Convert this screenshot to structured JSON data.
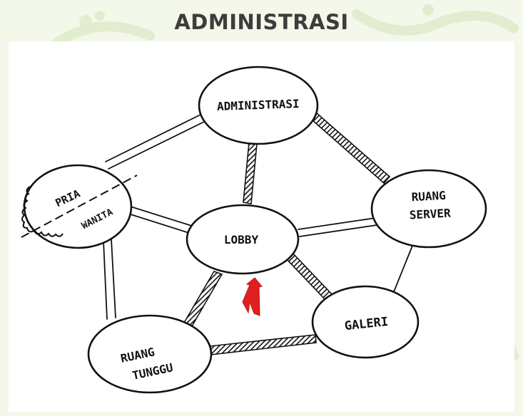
{
  "slide": {
    "title": "ADMINISTRASI"
  },
  "diagram": {
    "nodes": {
      "administrasi": "ADMINISTRASI",
      "ruang_server": [
        "RUANG",
        "SERVER"
      ],
      "lobby": "LOBBY",
      "galeri": "GALERI",
      "ruang_tunggu": [
        "RUANG",
        "TUNGGU"
      ],
      "toilet": {
        "top": "PRIA",
        "bottom": "WANITA"
      }
    },
    "colors": {
      "ink": "#111111",
      "entrance_arrow": "#e02020",
      "watermark": "#e2edcf"
    }
  }
}
